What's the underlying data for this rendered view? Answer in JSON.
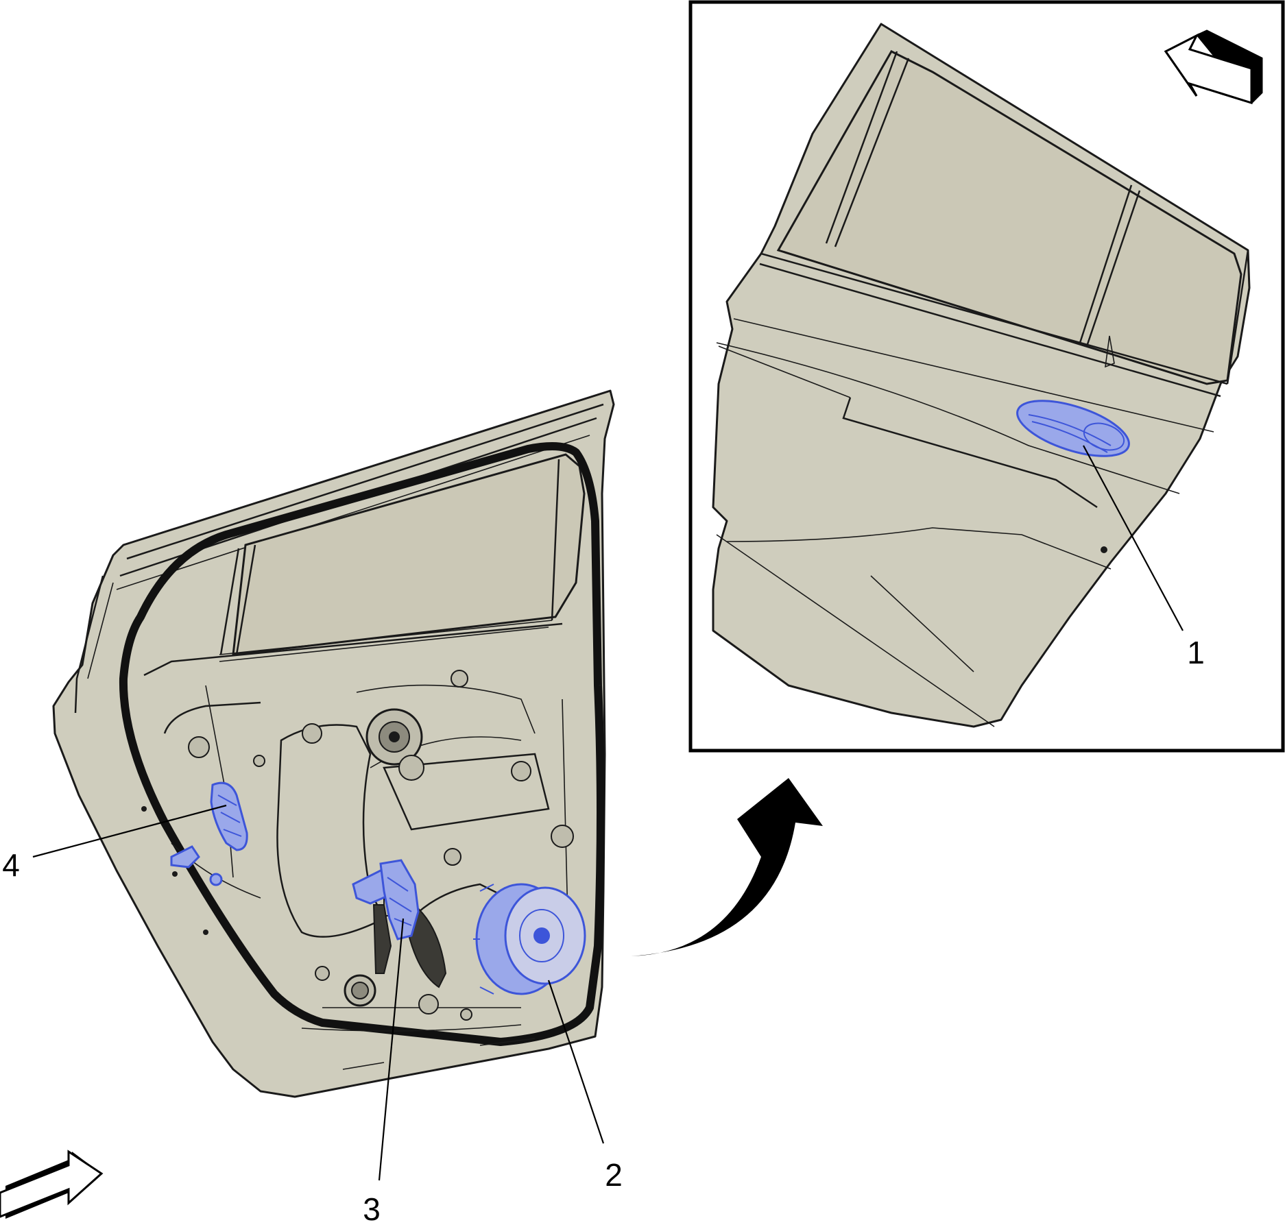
{
  "diagram": {
    "callouts": [
      {
        "id": "1",
        "label": "1"
      },
      {
        "id": "2",
        "label": "2"
      },
      {
        "id": "3",
        "label": "3"
      },
      {
        "id": "4",
        "label": "4"
      }
    ],
    "colors": {
      "panel": "#cfcdbd",
      "glass": "#cbc8b6",
      "highlight": "#3d55d9",
      "highlight_fill": "#9aa8ea",
      "line": "#1a1a1a"
    },
    "icons": {
      "front_arrow_lower": "outline-direction-arrow-icon",
      "front_arrow_inset": "outline-direction-arrow-icon",
      "transition_arrow": "curved-arrow-icon"
    }
  }
}
